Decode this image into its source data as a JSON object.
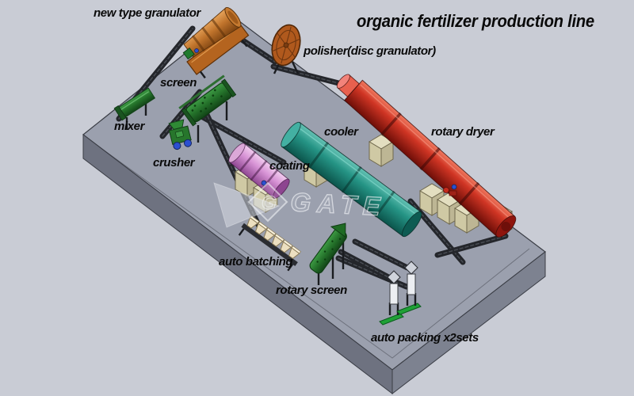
{
  "title": "organic fertilizer production line",
  "watermark": {
    "logo_text": "G",
    "text": "GATE"
  },
  "labels": {
    "granulator": "new type granulator",
    "polisher": "polisher(disc granulator)",
    "screen": "screen",
    "mixer": "mixer",
    "crusher": "crusher",
    "cooler": "cooler",
    "rotary_dryer": "rotary dryer",
    "coating": "coating",
    "auto_batching": "auto batching",
    "rotary_screen": "rotary screen",
    "auto_packing": "auto packing x2sets"
  },
  "colors": {
    "background": "#c9ccd5",
    "platform_top": "#9ba0ae",
    "platform_side_left": "#6e7280",
    "platform_side_right": "#7d8290",
    "granulator_copper": "#c0742c",
    "polisher_disc": "#b0591d",
    "machine_green": "#2a7c31",
    "coating_pink": "#d894d6",
    "cooler_teal": "#259485",
    "dryer_red": "#d03524",
    "conveyor_dark": "#24262b",
    "support_tan": "#d8d2b0",
    "packing_base_green": "#1fa136",
    "label_text": "#0a0a0a"
  }
}
